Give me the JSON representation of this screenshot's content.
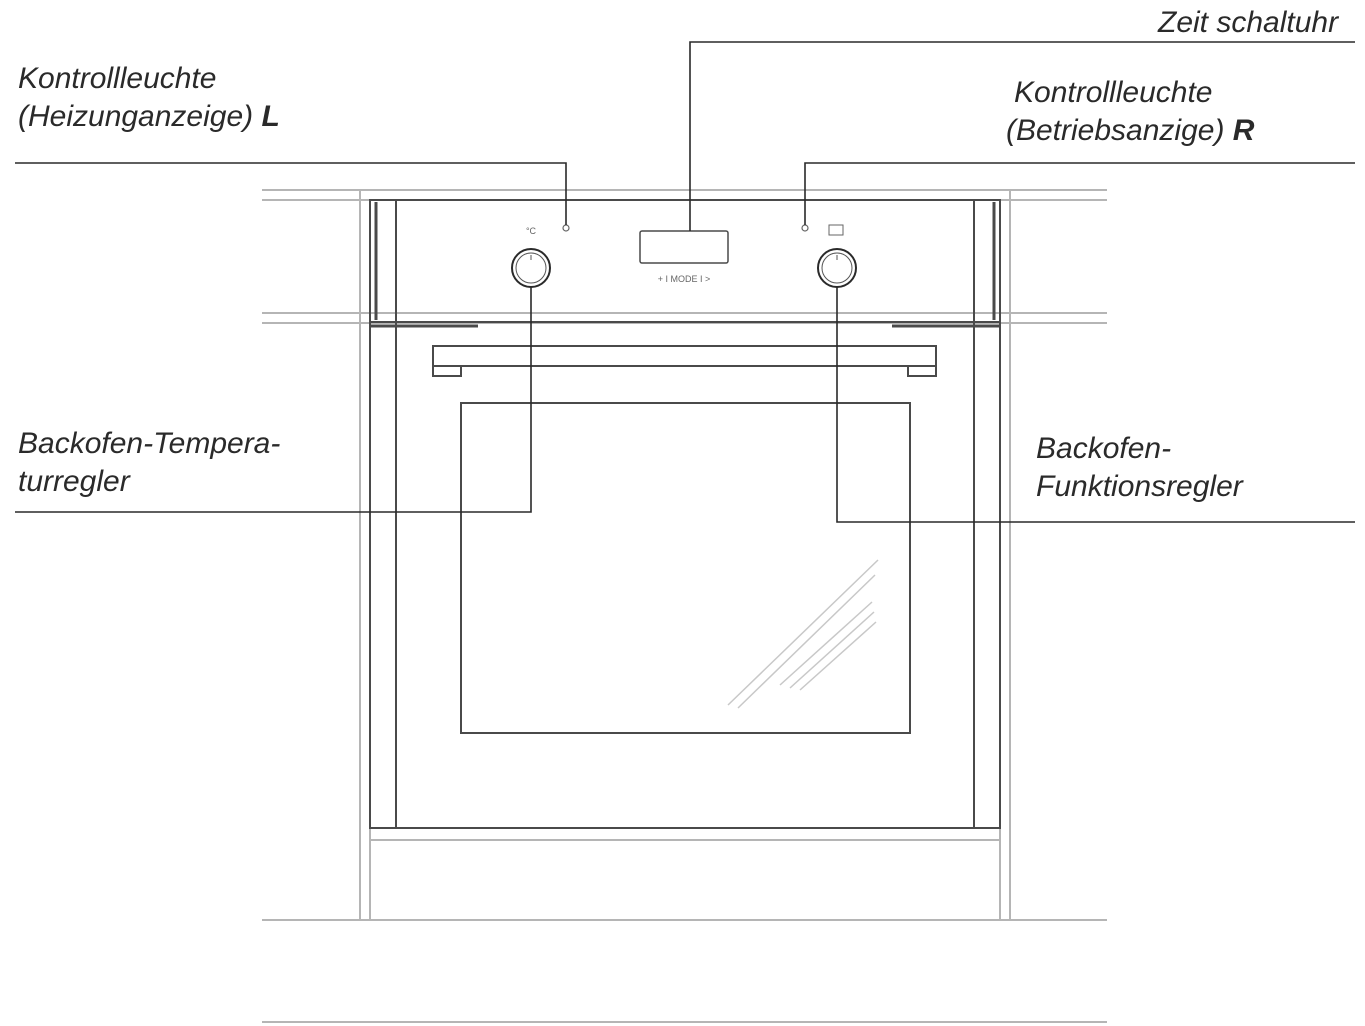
{
  "labels": {
    "timer": "Zeit schaltuhr",
    "indicator_left_line1": "Kontrollleuchte",
    "indicator_left_line2": "(Heizunganzeige)",
    "indicator_left_letter": "L",
    "indicator_right_line1": "Kontrollleuchte",
    "indicator_right_line2": "(Betriebsanzige)",
    "indicator_right_letter": "R",
    "temp_knob_line1": "Backofen-Tempera-",
    "temp_knob_line2": "turregler",
    "func_knob_line1": "Backofen-",
    "func_knob_line2": "Funktionsregler"
  },
  "display_text": "+ I  MODE  I >",
  "colors": {
    "line": "#2a2a2a",
    "outline": "#4a4a4a",
    "cabinet": "#b0b0b0",
    "glass_reflection": "#c8c8c8"
  }
}
